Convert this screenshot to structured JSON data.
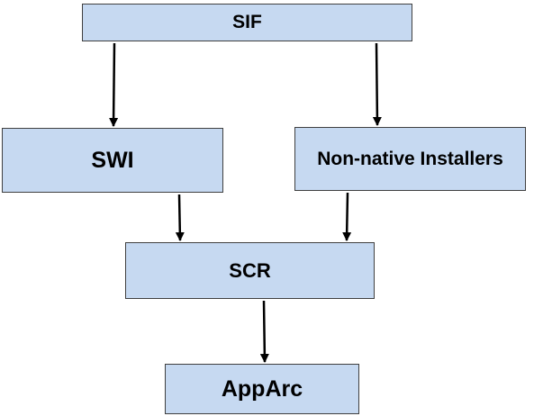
{
  "nodes": {
    "sif": {
      "label": "SIF"
    },
    "swi": {
      "label": "SWI"
    },
    "non_native_installers": {
      "label": "Non-native Installers"
    },
    "scr": {
      "label": "SCR"
    },
    "apparc": {
      "label": "AppArc"
    }
  },
  "edges": [
    {
      "from": "SIF",
      "to": "SWI"
    },
    {
      "from": "SIF",
      "to": "Non-native Installers"
    },
    {
      "from": "SWI",
      "to": "SCR"
    },
    {
      "from": "Non-native Installers",
      "to": "SCR"
    },
    {
      "from": "SCR",
      "to": "AppArc"
    }
  ],
  "colors": {
    "box_fill": "#c6d9f1",
    "box_border": "#404040",
    "arrow": "#000000"
  }
}
